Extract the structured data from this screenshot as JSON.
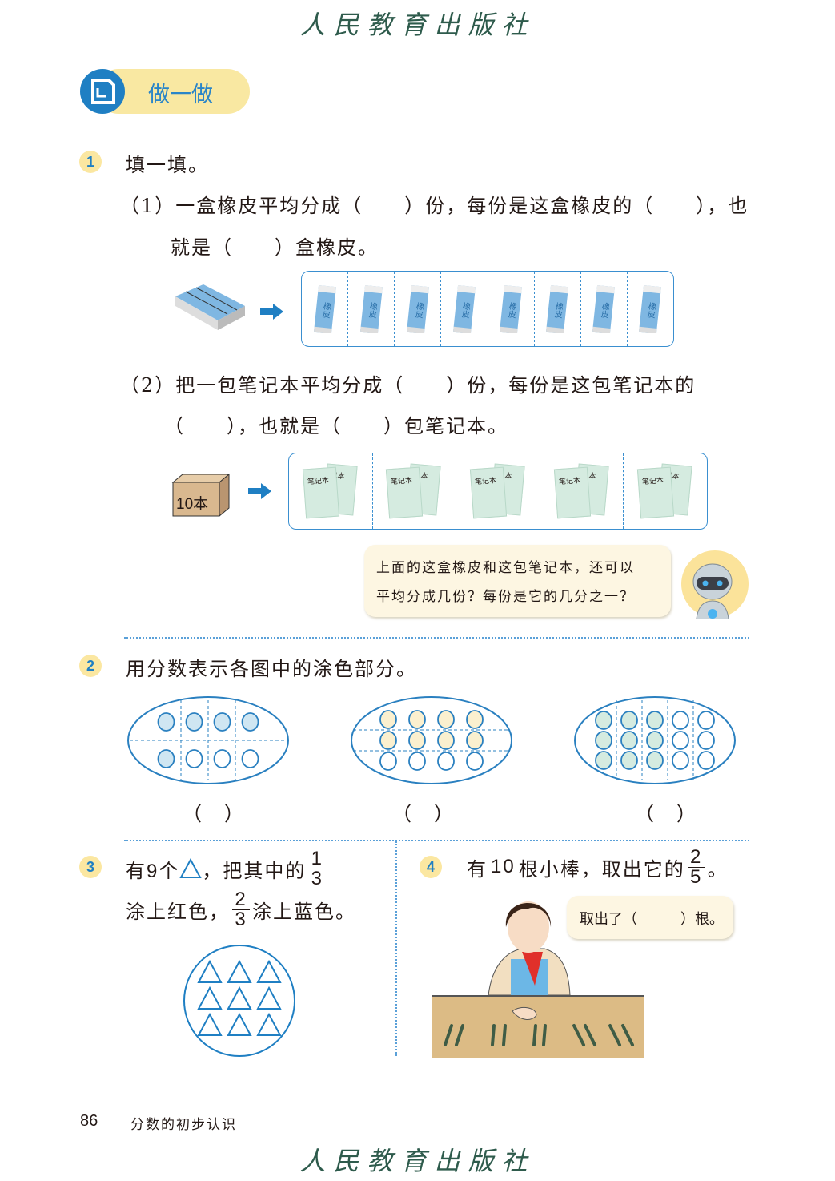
{
  "publisher": "人民教育出版社",
  "section_badge": {
    "label": "做一做"
  },
  "q1": {
    "number": "1",
    "title": "填一填。",
    "part1_line1": "（1）一盒橡皮平均分成（　　）份，每份是这盒橡皮的（　　），也",
    "part1_line2": "就是（　　）盒橡皮。",
    "eraser_label": "橡皮",
    "eraser_count": 8,
    "part2_line1": "（2）把一包笔记本平均分成（　　）份，每份是这包笔记本的",
    "part2_line2": "（　　），也就是（　　）包笔记本。",
    "notebook_package_label": "10本",
    "notebook_label": "笔记本",
    "notebook_label_back": "记本",
    "notebook_groups": 5,
    "robot_line1": "上面的这盒橡皮和这包笔记本，还可以",
    "robot_line2": "平均分成几份？每份是它的几分之一？"
  },
  "q2": {
    "number": "2",
    "title": "用分数表示各图中的涂色部分。",
    "answers": [
      "（　）",
      "（　）",
      "（　）"
    ],
    "colors": {
      "blue": "#cfe6f2",
      "yellow": "#fbf0cf",
      "green": "#d5ebe0",
      "stroke": "#2a80c0"
    }
  },
  "q3": {
    "number": "3",
    "line1_a": "有",
    "line1_b": "9个",
    "line1_c": "，把其中的",
    "frac1": {
      "num": "1",
      "den": "3"
    },
    "line2_a": "涂上红色，",
    "frac2": {
      "num": "2",
      "den": "3"
    },
    "line2_b": "涂上蓝色。",
    "triangle_count": 9
  },
  "q4": {
    "number": "4",
    "line_a": "有",
    "line_b": "10",
    "line_c": "根小棒，取出它的",
    "frac": {
      "num": "2",
      "den": "5"
    },
    "line_d": "。",
    "bubble": "取出了（　　　）根。",
    "stick_count": 10
  },
  "footer": {
    "page": "86",
    "chapter": "分数的初步认识"
  }
}
